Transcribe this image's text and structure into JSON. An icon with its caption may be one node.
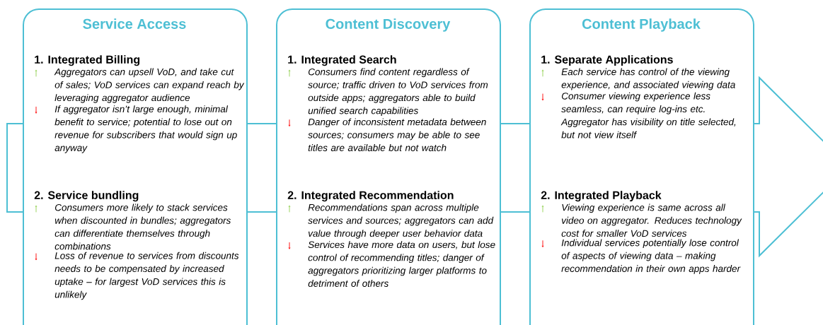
{
  "diagram": {
    "nodes": [
      {
        "text": [
          "Service Access",
          "1. Integrated Billing",
          "Aggregators can upsell VoD, and take cut of sales; VoD services can expand reach by leveraging aggregator audience",
          "If aggregator isn’t large enough, minimal benefit to service; potential to lose out on revenue for subscribers that would sign up anyway",
          "2. Service bundling",
          "Consumers more likely to stack services when discounted in bundles; aggregators can differentiate themselves through combinations",
          "Loss of revenue to services from discounts needs to be compensated by increased uptake – for largest VoD services this is unlikely"
        ]
      },
      {
        "text": [
          "Content Discovery",
          "1. Integrated Search",
          "Consumers find content regardless of source; traffic driven to VoD services from outside apps; aggregators able to build unified search capabilities",
          "Danger of inconsistent metadata between sources; consumers may be able to see titles are available but not watch",
          "2. Integrated Recommendation",
          "Recommendations span across multiple services and sources; aggregators can add value through deeper user behavior data",
          "Services have more data on users, but lose control of recommending titles; danger of aggregators prioritizing larger platforms to detriment of others"
        ]
      },
      {
        "text": [
          "Content Playback",
          "1. Separate Applications",
          "Each service has control of the viewing experience, and associated viewing data",
          "Consumer viewing experience less seamless, can require log-ins etc. Aggregator has visibility on title selected, but not view itself",
          "2. Integrated Playback",
          "Viewing experience is same across all video on aggregator. Reduces technology cost for smaller VoD services",
          "Individual services potentially lose control of aspects of viewing data – making recommendation in their own apps harder"
        ]
      }
    ]
  }
}
